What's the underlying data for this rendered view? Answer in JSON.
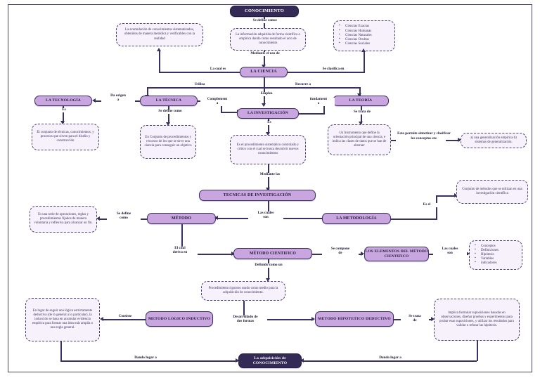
{
  "diagram": {
    "title": "CONOCIMIENTO",
    "nodes": {
      "conocimiento": "CONOCIMIENTO",
      "def_acumulacion": "La acumulación de conocimientos sistematizados, obtenidos de manera metódica y verificables con la realidad",
      "def_informacion": "La información adquirida de forma científica o empírica dando como resultado el acto de conocimiento",
      "clasificacion_ciencias": [
        "Ciencias Exactas",
        "Ciencias Humanas",
        "Ciencias Naturales",
        "Ciencias Ocultas",
        "Ciencias Sociales"
      ],
      "la_ciencia": "LA CIENCIA",
      "la_tecnologia": "LA TECNOLOGÍA",
      "la_tecnica": "LA TÉCNICA",
      "la_investigacion": "LA INVESTIGACIÓN",
      "la_teoria": "LA TEORÍA",
      "def_tecnologia": "El conjunto de técnicas, conocimientos, y procesos que sirven para el diseño y construcción",
      "def_tecnica": "Un Conjunto de procedimientos y recursos de los que se sirve una ciencia para conseguir un objetivo",
      "def_investigacion": "Es el procedimiento sistemático controlado y crítico con el cual se busca descubrir nuevos conocimientos",
      "def_teoria": "Un Instrumento que define la orientación principal de una ciencia, e indica las clases de datos que se han de abstraer",
      "generalizaciones": "a) una generalización empírica b) sistemas de generalización.",
      "tecnicas_investigacion": "TECNICAS DE INVESTIGACIÓN",
      "metodo": "MÉTODO",
      "def_metodo": "Es una serie de operaciones, reglas y procedimientos fijados de manera voluntaria y reflexiva para alcanzar un fin.",
      "la_metodologia": "LA METODOLOGÍA",
      "def_metodologia": "Conjunto de métodos que se utilizan en una investigación científica",
      "metodo_cientifico": "MÉTODO CIENTIFICO",
      "elementos_metodo": "LOS ELEMENTOS DEL MÉTODO CIENTIFICO",
      "elementos_lista": [
        "Conceptos",
        "Definiciones",
        "Hipótesis",
        "Variables",
        "indicadores"
      ],
      "def_metodo_cientifico": "Procedimiento riguroso usado como medio para la adquisición de conocimiento.",
      "metodo_logico_inductivo": "METODO LOGICO INDUCTIVO",
      "def_inductivo": "En lugar de seguir una lógica estrictamente deductiva (de lo general a lo particular), la inducción se basa en acumular evidencia empírica para formar una idea más amplia o una regla general.",
      "metodo_hipotetico_deductivo": "METODO HIPOTETICO DEDUCTIVO",
      "def_deductivo": "implica formular suposiciones basadas en observaciones, diseñar pruebas y experimentos para probar esas suposiciones, y utilizar los resultados para validar o refutar las hipótesis.",
      "adquisicion_conocimiento": "La adquisición de CONOCIMIENTO"
    },
    "edge_labels": {
      "se_define_como": "Se define como:",
      "mediante_el_uso_de": "Mediante el uso de",
      "la_cual_es": "La cual es",
      "se_clasifica_en": "Se clasifica en",
      "utiliza": "Utiliza",
      "recurre_a": "Recurre a",
      "da_origen_a": "Da origen\na",
      "es": "Es",
      "se_define_como2": "Se define como",
      "complementa": "Complement\na",
      "emplea": "Emplea",
      "fundamenta": "fundament\na",
      "se_trata_de": "Se trata de",
      "es2": "Es",
      "esto_permite": "Esto permite sintetizar y clasificar los conceptos en:",
      "mediante_las": "Mediante las",
      "las_cuales_son": "Las cuales\nson",
      "se_define_como3": "Se define\ncomo",
      "es_el": "Es el",
      "el_cual_deriva_en": "El cual\nderiva en",
      "se_compone_de": "Se compone\nde",
      "las_cuales_son2": "Las cuales\nson",
      "definido_como_un": "Definido como un",
      "consiste": "Consiste",
      "desarrollado_de_dos_formas": "Desarrollado de\ndos formas",
      "se_trata_de2": "Se trata\nde",
      "dando_lugar_a_izq": "Dando lugar a",
      "dando_lugar_a_der": "Dando lugar a"
    },
    "colors": {
      "node_fill": "#c9a6e0",
      "node_dark": "#332a55",
      "stroke": "#3b3160",
      "dashed_fill": "#f7f1fb",
      "text_dark": "#1d1733"
    }
  }
}
